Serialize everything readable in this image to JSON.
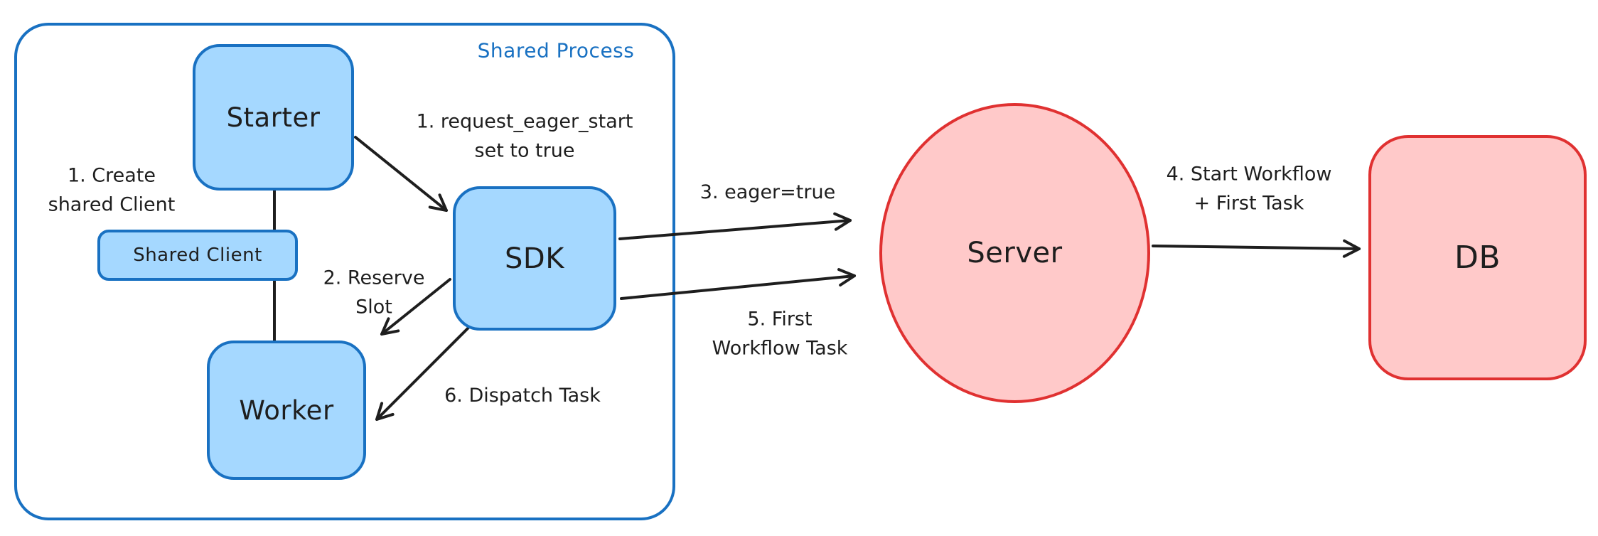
{
  "diagram": {
    "shared_process": {
      "label": "Shared Process"
    },
    "nodes": {
      "starter": {
        "label": "Starter"
      },
      "shared_client": {
        "label": "Shared Client"
      },
      "worker": {
        "label": "Worker"
      },
      "sdk": {
        "label": "SDK"
      },
      "server": {
        "label": "Server"
      },
      "db": {
        "label": "DB"
      }
    },
    "annotations": {
      "create_shared_client": {
        "line1": "1. Create",
        "line2": "shared Client"
      },
      "request_eager_start": {
        "line1": "1. request_eager_start",
        "line2": "set to true"
      },
      "reserve_slot": {
        "line1": "2. Reserve",
        "line2": "Slot"
      },
      "eager_true": {
        "label": "3. eager=true"
      },
      "start_workflow_first_task": {
        "line1": "4. Start Workflow",
        "line2": "+ First Task"
      },
      "first_workflow_task": {
        "line1": "5. First",
        "line2": "Workflow Task"
      },
      "dispatch_task": {
        "label": "6. Dispatch Task"
      }
    },
    "colors": {
      "blue_stroke": "#1971c2",
      "blue_fill": "#a5d8ff",
      "red_stroke": "#e03131",
      "red_fill": "#ffc9c9",
      "arrow": "#1e1e1e",
      "text": "#1e1e1e"
    }
  }
}
